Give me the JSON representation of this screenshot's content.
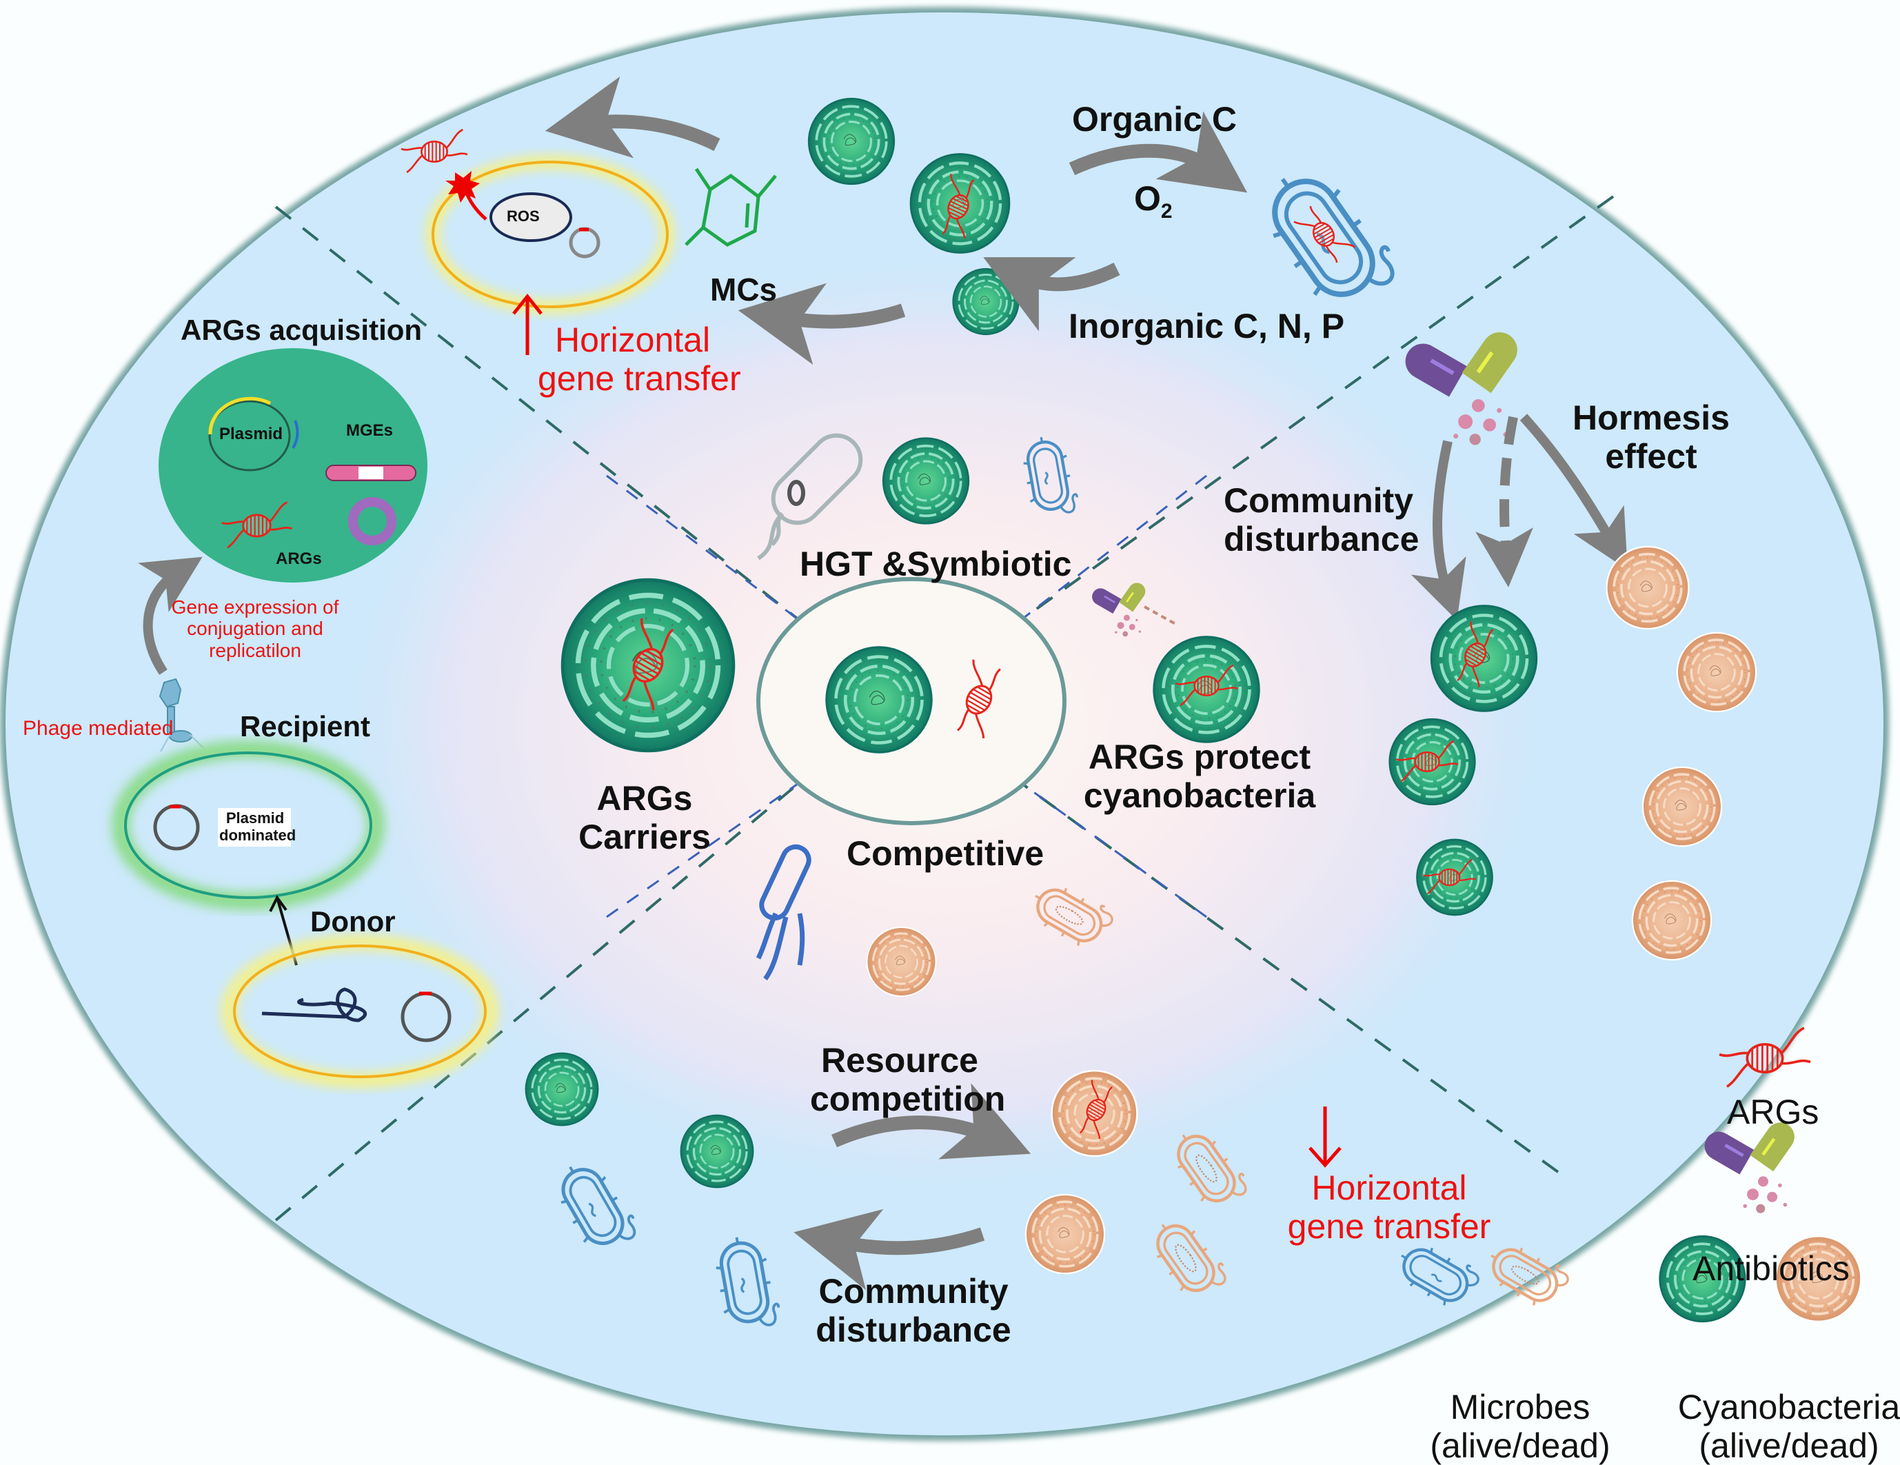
{
  "diagram": {
    "title": "Interactions between cyanobacteria, microbes, ARGs and antibiotics",
    "colors": {
      "outer_fill": "#cde9fb",
      "outer_border": "#3f7f7d",
      "center_glow": "#f8e6ee",
      "cyano_alive": "#1e9a74",
      "cyano_dead": "#e9b08b",
      "microbe_alive": "#4a8fc4",
      "microbe_dead": "#e8a77e",
      "arg": "#e8231a",
      "arrow": "#7f7f7f",
      "highlight_text": "#ee1111",
      "capsule_purple": "#6e4e96",
      "capsule_green": "#a9b84f"
    },
    "center": {
      "hgt_label": "HGT &Symbiotic",
      "competitive_label": "Competitive",
      "carriers_label_line1": "ARGs",
      "carriers_label_line2": "Carriers",
      "protect_label_line1": "ARGs protect",
      "protect_label_line2": "cyanobacteria"
    },
    "top_quadrant": {
      "organic_c": "Organic C",
      "o2": "O",
      "o2_sub": "2",
      "inorganic": "Inorganic C, N, P",
      "mcs": "MCs",
      "ros": "ROS",
      "hgt_up_line1": "Horizontal",
      "hgt_up_line2": "gene transfer",
      "hgt_direction": "up"
    },
    "left_quadrant": {
      "title": "ARGs acquisition",
      "plasmid": "Plasmid",
      "mges": "MGEs",
      "args": "ARGs",
      "gene_expr_line1": "Gene expression of",
      "gene_expr_line2": "conjugation and",
      "gene_expr_line3": "replicatilon",
      "phage": "Phage mediated",
      "recipient": "Recipient",
      "plasmid_dom_line1": "Plasmid",
      "plasmid_dom_line2": "dominated",
      "donor": "Donor"
    },
    "right_quadrant": {
      "hormesis_line1": "Hormesis",
      "hormesis_line2": "effect",
      "community_line1": "Community",
      "community_line2": "disturbance"
    },
    "bottom_quadrant": {
      "resource_line1": "Resource",
      "resource_line2": "competition",
      "community_line1": "Community",
      "community_line2": "disturbance",
      "hgt_down_line1": "Horizontal",
      "hgt_down_line2": "gene transfer",
      "hgt_direction": "down"
    },
    "legend": {
      "args": "ARGs",
      "antibiotics": "Antibiotics",
      "microbes_line1": "Microbes",
      "microbes_line2": "(alive/dead)",
      "cyano_line1": "Cyanobacteria",
      "cyano_line2": "(alive/dead)"
    }
  }
}
